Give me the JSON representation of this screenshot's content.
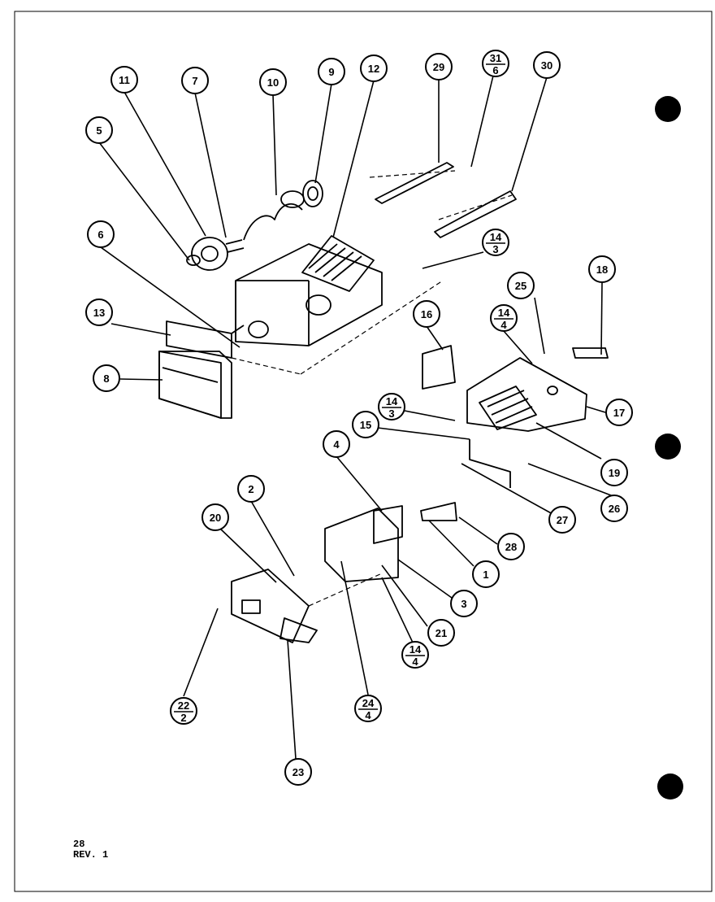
{
  "callouts": [
    {
      "id": "c11",
      "label": "11"
    },
    {
      "id": "c7",
      "label": "7"
    },
    {
      "id": "c10",
      "label": "10"
    },
    {
      "id": "c9",
      "label": "9"
    },
    {
      "id": "c12",
      "label": "12"
    },
    {
      "id": "c29",
      "label": "29"
    },
    {
      "id": "c31-6",
      "top": "31",
      "bottom": "6"
    },
    {
      "id": "c30",
      "label": "30"
    },
    {
      "id": "c5",
      "label": "5"
    },
    {
      "id": "c6",
      "label": "6"
    },
    {
      "id": "c14-3a",
      "top": "14",
      "bottom": "3"
    },
    {
      "id": "c13",
      "label": "13"
    },
    {
      "id": "c8",
      "label": "8"
    },
    {
      "id": "c25",
      "label": "25"
    },
    {
      "id": "c18",
      "label": "18"
    },
    {
      "id": "c16",
      "label": "16"
    },
    {
      "id": "c14-4a",
      "top": "14",
      "bottom": "4"
    },
    {
      "id": "c17",
      "label": "17"
    },
    {
      "id": "c14-3b",
      "top": "14",
      "bottom": "3"
    },
    {
      "id": "c15",
      "label": "15"
    },
    {
      "id": "c4",
      "label": "4"
    },
    {
      "id": "c19",
      "label": "19"
    },
    {
      "id": "c26",
      "label": "26"
    },
    {
      "id": "c2",
      "label": "2"
    },
    {
      "id": "c20",
      "label": "20"
    },
    {
      "id": "c27",
      "label": "27"
    },
    {
      "id": "c28",
      "label": "28"
    },
    {
      "id": "c1",
      "label": "1"
    },
    {
      "id": "c3",
      "label": "3"
    },
    {
      "id": "c21",
      "label": "21"
    },
    {
      "id": "c14-4b",
      "top": "14",
      "bottom": "4"
    },
    {
      "id": "c22-2",
      "top": "22",
      "bottom": "2"
    },
    {
      "id": "c24-4",
      "top": "24",
      "bottom": "4"
    },
    {
      "id": "c23",
      "label": "23"
    }
  ],
  "footer": {
    "page_number": "28",
    "revision": "REV. 1"
  }
}
